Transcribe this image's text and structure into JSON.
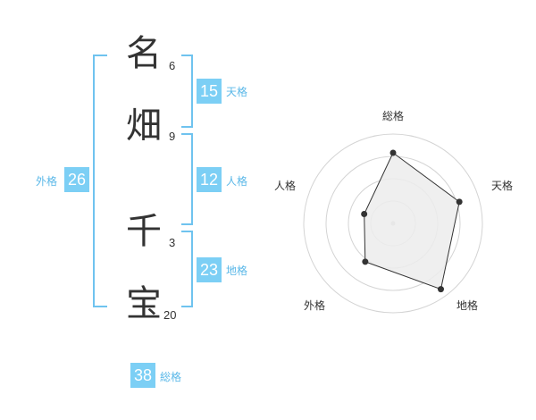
{
  "name_chars": [
    {
      "char": "名",
      "strokes": "6"
    },
    {
      "char": "畑",
      "strokes": "9"
    },
    {
      "char": "千",
      "strokes": "3"
    },
    {
      "char": "宝",
      "strokes": "20"
    }
  ],
  "grids": {
    "tenkaku": {
      "value": "15",
      "label": "天格"
    },
    "jinkaku": {
      "value": "12",
      "label": "人格"
    },
    "chikaku": {
      "value": "23",
      "label": "地格"
    },
    "gaikaku": {
      "value": "26",
      "label": "外格"
    },
    "soukaku": {
      "value": "38",
      "label": "総格"
    }
  },
  "colors": {
    "accent": "#7ccff5",
    "bracket": "#6fc3ef",
    "text": "#333333"
  },
  "chart_data": {
    "type": "radar",
    "axes": [
      "総格",
      "天格",
      "地格",
      "外格",
      "人格"
    ],
    "values": [
      0.79,
      0.78,
      0.91,
      0.53,
      0.34
    ],
    "rings": 4,
    "fill": "#ececec",
    "stroke": "#333333"
  }
}
